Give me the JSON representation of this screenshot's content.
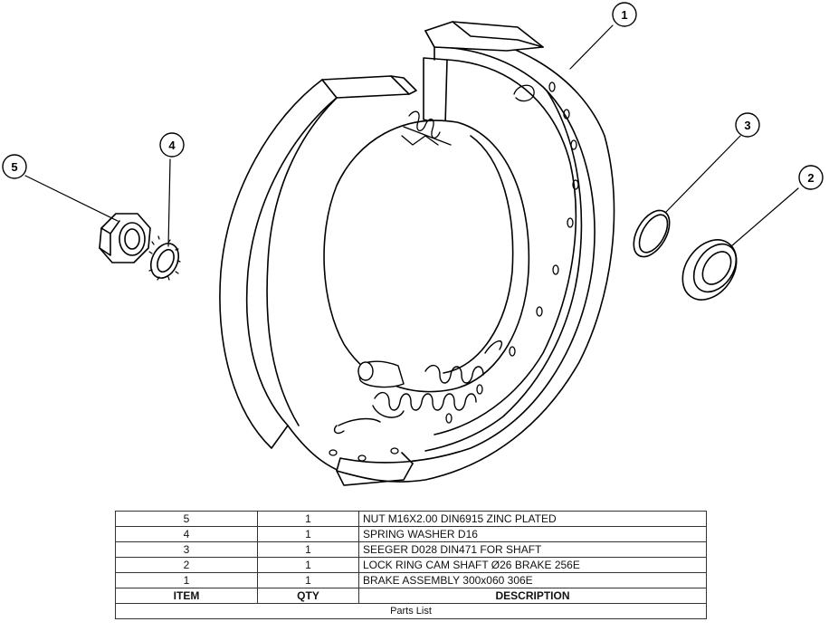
{
  "callouts": [
    {
      "label": "1"
    },
    {
      "label": "2"
    },
    {
      "label": "3"
    },
    {
      "label": "4"
    },
    {
      "label": "5"
    }
  ],
  "parts_list": {
    "rows": [
      {
        "item": "5",
        "qty": "1",
        "description": "NUT M16X2.00 DIN6915 ZINC PLATED"
      },
      {
        "item": "4",
        "qty": "1",
        "description": "SPRING WASHER D16"
      },
      {
        "item": "3",
        "qty": "1",
        "description": "SEEGER D028 DIN471 FOR SHAFT"
      },
      {
        "item": "2",
        "qty": "1",
        "description": "LOCK RING CAM SHAFT Ø26 BRAKE 256E"
      },
      {
        "item": "1",
        "qty": "1",
        "description": "BRAKE ASSEMBLY 300x060 306E"
      }
    ],
    "headers": {
      "item": "ITEM",
      "qty": "QTY",
      "description": "DESCRIPTION"
    },
    "caption": "Parts List"
  },
  "colors": {
    "line": "#000000",
    "background": "#ffffff"
  }
}
